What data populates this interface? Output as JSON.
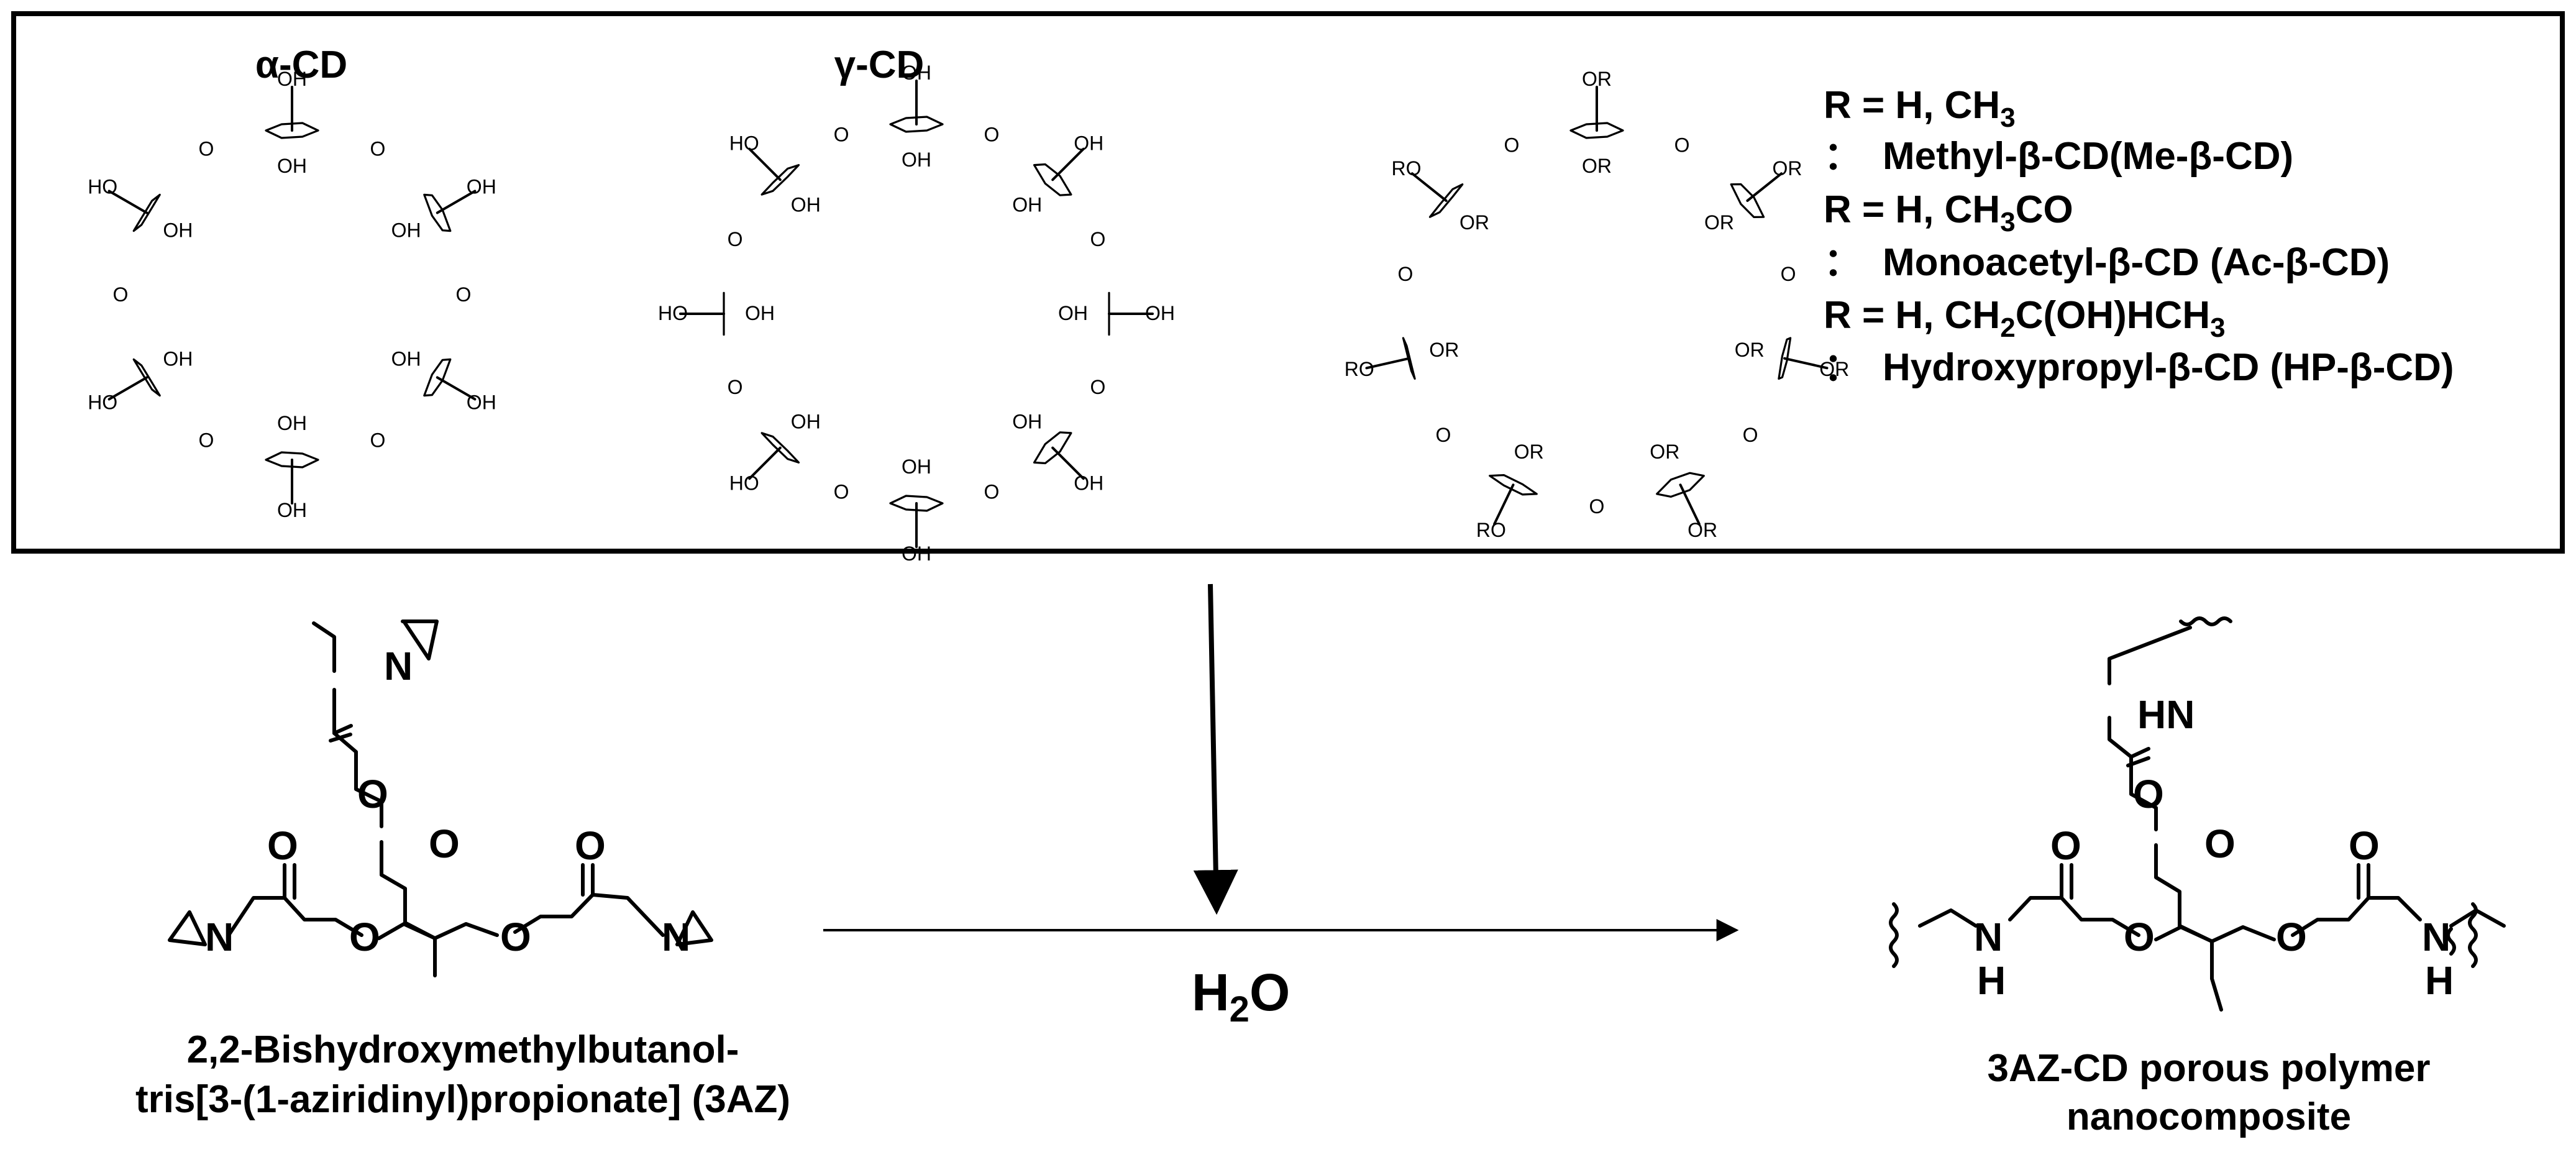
{
  "top_panel": {
    "alpha_label": "α-CD",
    "gamma_label": "γ-CD",
    "substituents": [
      {
        "formula": "R = H, CH",
        "sub": "3",
        "tail": "",
        "name": "Methyl-β-CD(Me-β-CD)"
      },
      {
        "formula": "R = H, CH",
        "sub": "3",
        "tail": "CO",
        "name": "Monoacetyl-β-CD (Ac-β-CD)"
      },
      {
        "formula": "R = H, CH",
        "sub": "2",
        "tail": "C(OH)HCH",
        "sub2": "3",
        "name": "Hydroxypropyl-β-CD (HP-β-CD)"
      }
    ],
    "colon": "："
  },
  "atoms": {
    "oxygen": "O",
    "nitrogen": "N",
    "amine": "HN",
    "amine_h": "H",
    "hydroxyl": "OH",
    "hydroxyl_left": "HO",
    "ether_r": "OR",
    "ether_r_left": "RO"
  },
  "reaction": {
    "reagent_main": "H",
    "reagent_sub": "2",
    "reagent_tail": "O"
  },
  "crosslinker_label": [
    "2,2-Bishydroxymethylbutanol-",
    "tris[3-(1-aziridinyl)propionate] (3AZ)"
  ],
  "product_label": [
    "3AZ-CD porous polymer",
    "nanocomposite"
  ],
  "colors": {
    "line": "#000000",
    "background": "#ffffff"
  }
}
